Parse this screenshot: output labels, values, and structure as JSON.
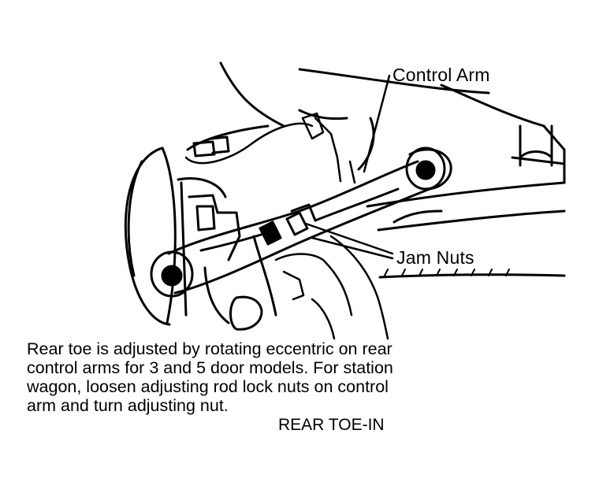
{
  "labels": {
    "control_arm": "Control Arm",
    "jam_nuts": "Jam Nuts"
  },
  "caption": {
    "line1": "Rear toe is adjusted by rotating eccentric on rear",
    "line2": "control arms for 3 and 5 door models. For station",
    "line3": "wagon, loosen adjusting rod lock nuts on control",
    "line4": "arm and turn adjusting nut."
  },
  "figure_title": "REAR TOE-IN",
  "colors": {
    "ink": "#000000",
    "paper": "#ffffff"
  }
}
